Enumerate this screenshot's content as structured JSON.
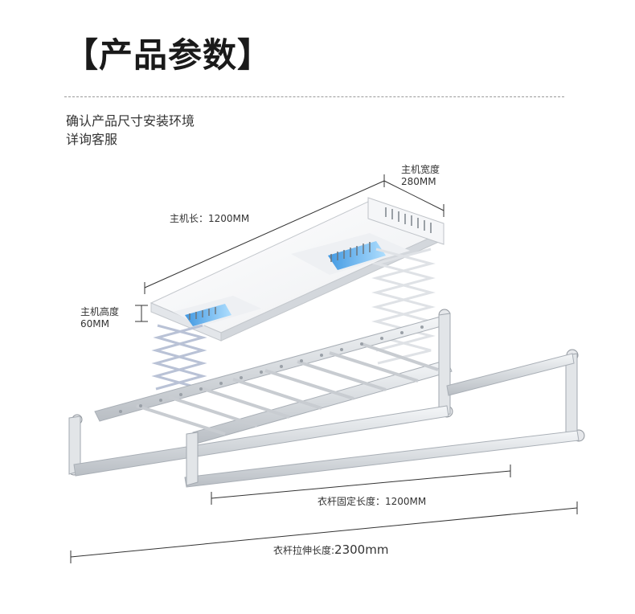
{
  "header": {
    "bracket_left": "【",
    "title": "产品参数",
    "bracket_right": "】"
  },
  "intro": {
    "line1": "确认产品尺寸安装环境",
    "line2": "详询客服"
  },
  "dimensions": {
    "width_label": "主机宽度",
    "width_value": "280MM",
    "length_label": "主机长：1200MM",
    "height_label": "主机高度",
    "height_value": "60MM",
    "fixed_rod_label": "衣杆固定长度：1200MM",
    "extend_label": "衣杆拉伸长度:",
    "extend_value": "2300mm"
  },
  "colors": {
    "accent_light": "#58b8ee",
    "frame": "#d9dde2"
  }
}
